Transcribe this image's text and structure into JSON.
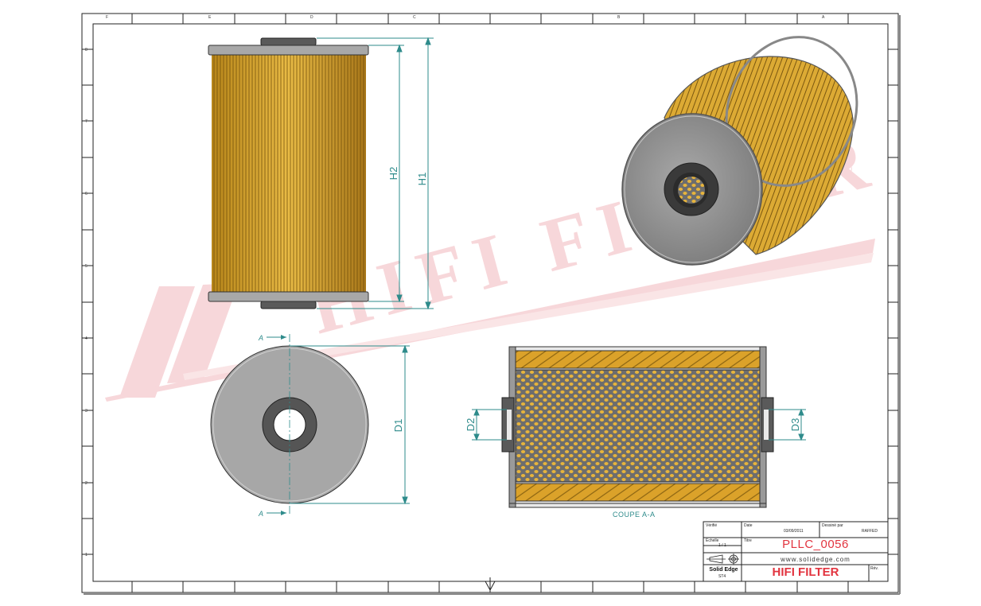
{
  "sheet": {
    "border_letters": [
      "F",
      "E",
      "D",
      "C",
      "B",
      "A"
    ],
    "border_numbers": [
      "8",
      "7",
      "6",
      "5",
      "4",
      "3",
      "2",
      "1"
    ]
  },
  "dimensions": {
    "h1": "H1",
    "h2": "H2",
    "d1": "D1",
    "d2": "D2",
    "d3": "D3",
    "section_mark": "A"
  },
  "section_view": {
    "caption": "COUPE A-A"
  },
  "watermark": {
    "text": "HIFI FILTER",
    "registered": "®",
    "color": "#f2b7bc"
  },
  "title_block": {
    "field_labels": {
      "checked": "Vérifié",
      "date": "Date",
      "drawn_by": "Dessiné par",
      "scale": "Échelle",
      "title": "Titre",
      "rev": "Rév."
    },
    "date": "03/09/2011",
    "author": "RAFFED",
    "scale": "1 / 1",
    "part_number": "PLLC_0056",
    "website": "www.solidedge.com",
    "company": "HIFI FILTER",
    "software": "Solid Edge",
    "version": "ST4"
  },
  "colors": {
    "media": "#d9a52a",
    "media_dark": "#7a5a10",
    "cap": "#9a9a9a",
    "dimension": "#2e8b8b",
    "brand_red": "#e2343f"
  }
}
